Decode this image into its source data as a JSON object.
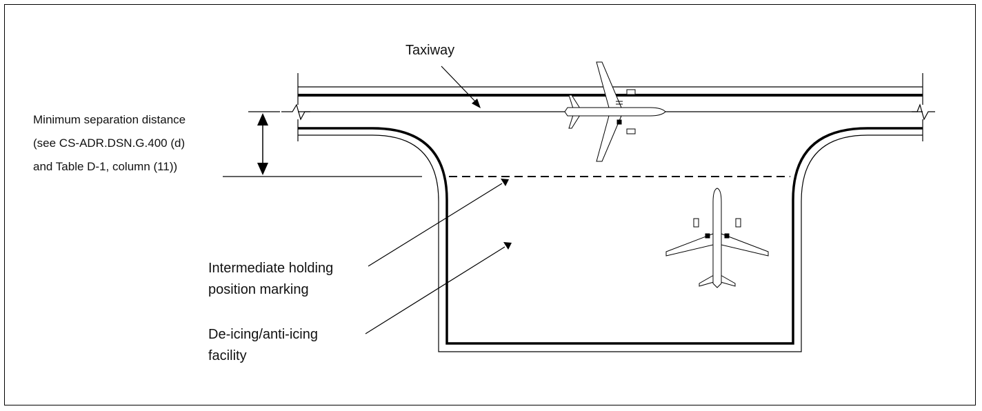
{
  "diagram": {
    "labels": {
      "taxiway": "Taxiway",
      "separation": [
        "Minimum separation distance",
        "(see CS-ADR.DSN.G.400 (d)",
        "and Table D-1, column (11))"
      ],
      "holding": [
        "Intermediate holding",
        "position marking"
      ],
      "facility": [
        "De-icing/anti-icing",
        "facility"
      ]
    },
    "icons": [
      "aircraft-icon",
      "aircraft-icon",
      "double-arrow-icon"
    ],
    "colors": {
      "line": "#000000",
      "background": "#ffffff"
    }
  }
}
